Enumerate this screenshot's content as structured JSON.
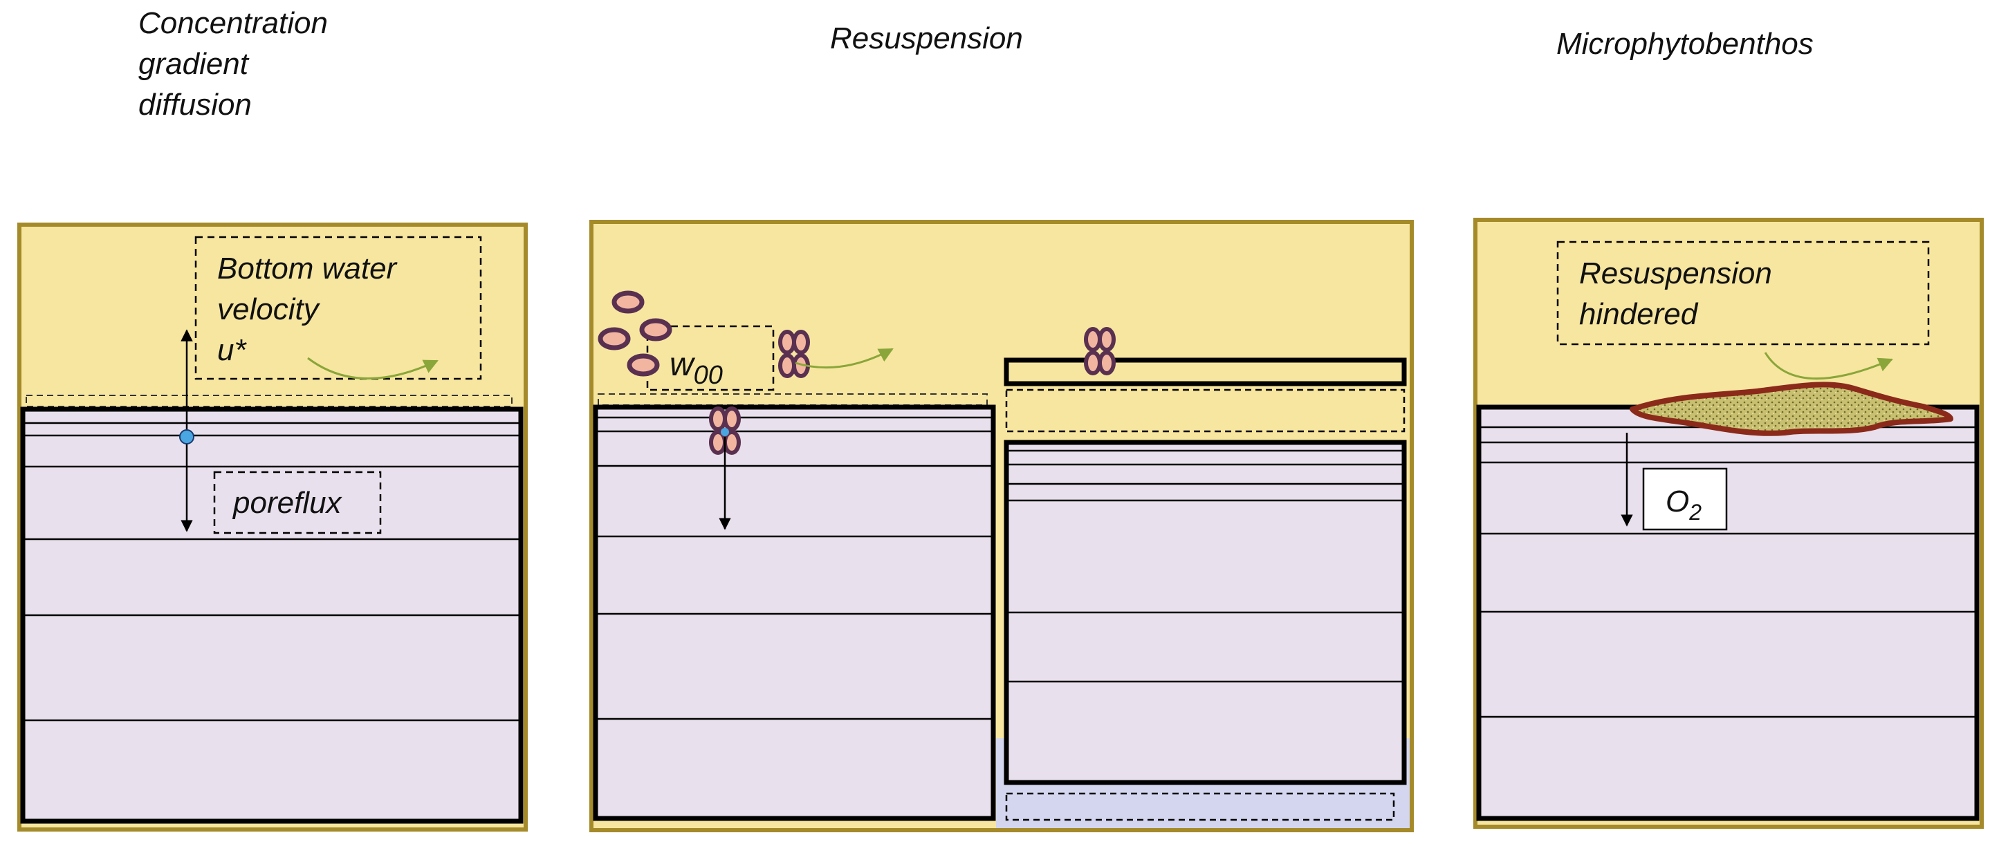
{
  "colors": {
    "water": "#f7e6a0",
    "water_border": "#a58a2a",
    "sediment": "#e8e0ec",
    "sediment_border": "#000000",
    "deep_layer": "#d3d6ee",
    "particle_fill": "#f2b6a0",
    "particle_stroke": "#5a3050",
    "green_arrow": "#8aa63a",
    "solute_dot": "#4aa6e0",
    "mpb_outer": "#8b2a1a",
    "mpb_inner": "#c8c070"
  },
  "panels": [
    {
      "title_lines": [
        "Concentration",
        "gradient",
        "diffusion"
      ],
      "box_label_lines": [
        "Bottom water",
        "velocity",
        "u*"
      ],
      "flux_label": "poreflux"
    },
    {
      "title_lines": [
        "Resuspension"
      ],
      "settling_label": "w",
      "settling_subscript": "00"
    },
    {
      "title_lines": [
        "Microphytobenthos"
      ],
      "box_label_lines": [
        "Resuspension",
        "hindered"
      ],
      "oxygen_label": "O",
      "oxygen_subscript": "2"
    }
  ],
  "icons": [
    "arrow-up-icon",
    "arrow-down-icon",
    "curved-arrow-icon",
    "particle-icon",
    "solute-dot-icon",
    "microphytobenthos-mat-icon"
  ]
}
